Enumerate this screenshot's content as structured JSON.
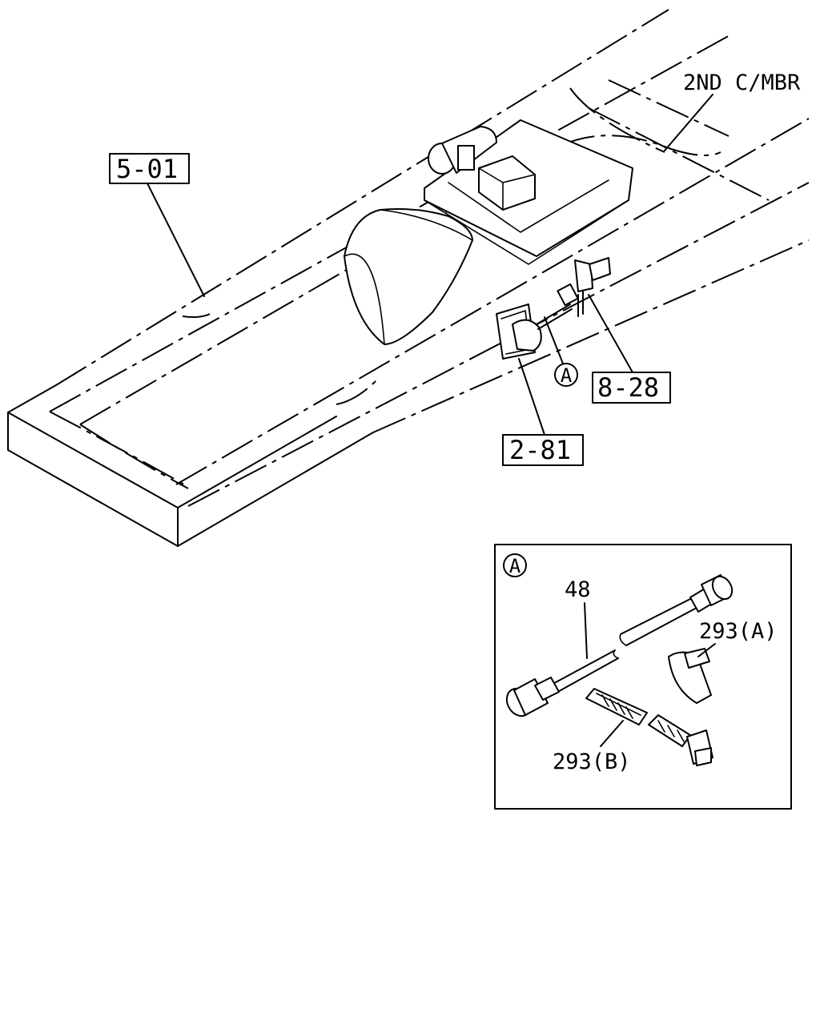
{
  "labels": {
    "member": "2ND C/MBR",
    "frame": "5-01",
    "bracket": "8-28",
    "chamber": "2-81",
    "ref_a": "A"
  },
  "detail": {
    "ref": "A",
    "hose": "48",
    "clip_a": "293(A)",
    "band_b": "293(B)"
  }
}
